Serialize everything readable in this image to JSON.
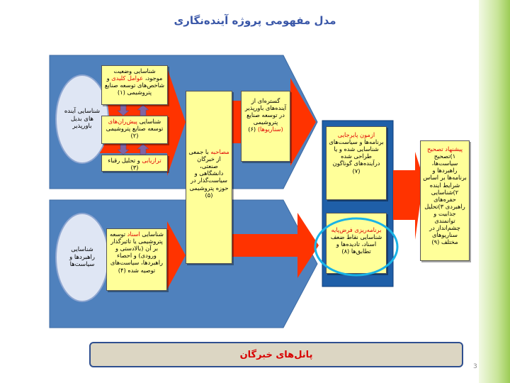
{
  "title": "مدل مفهومی پروژه آینده‌نگاری",
  "ellipses": {
    "top": "شناسایی آینده های بدیل باورپذیر",
    "bottom": "شناسایی راهبردها و سیاست‌ها"
  },
  "boxes": {
    "b1": {
      "l1": "شناسایی وضعیت موجود،",
      "red": "عوامل کلیدی",
      "l2": "و شاخص‌های توسعه صنایع پتروشیمی (۱)"
    },
    "b2": {
      "l1": "شناسایی",
      "red": "پیش‌ران‌های",
      "l2": "توسعه صنایع پتروشیمی (۲)"
    },
    "b3": {
      "red": "ترازیابی",
      "l2": "و تحلیل رقباء (۳)"
    },
    "b4": {
      "l1": "شناسایی",
      "red": "اسناد",
      "l2": "توسعه پتروشیمی یا تاثیرگذار بر آن (بالادستی و ورودی) و احصاء راهبردها، سیاست‌های توصیه شده (۴)"
    },
    "b5": {
      "red": "مصاحبه",
      "l2": "با جمعی از خبرگان صنعتی، دانشگاهی و سیاست‌گذار در حوزه پتروشیمی (۵)"
    },
    "b6": {
      "l1": "گستره‌ای از آینده‌های باورپذیر در توسعه صنایع پتروشیمی",
      "red": "(سناریوها)",
      "l2": "(۶)"
    },
    "b7": {
      "red": "ازمون پایرجایی",
      "l2": "برنامه‌ها و سیاست‌های شناسایی شده و یا طراحی شده درآینده‌های گوناگون (۷)"
    },
    "b8": {
      "red": "برنامه‌ریزی فرض‌پایه",
      "l2": "شناسایی نقاط ضعف اسناد، تادیده‌ها و تطابق‌ها (۸)"
    },
    "b9": {
      "red": "پیشنهاد تصحیح",
      "l2": "۱)تصحیح سیاست‌ها، راهبردها و برنامه‌ها بر اساس شرایط اینده ۲)شناسایی حفره‌های راهبردی ۳)تحلیل جذابیت و توانمندی چشم‌انداز در سناریوهای مختلف (۹)"
    }
  },
  "panel_label": "پانل‌های خبرگان",
  "page_number": "3",
  "colors": {
    "band_blue": "#4f81bd",
    "arrow_red": "#ff3300",
    "box_yellow": "#ffff99",
    "dark_blue": "#1f5fa8",
    "cyan_ring": "#19b3e6",
    "red_text": "#e00000"
  }
}
